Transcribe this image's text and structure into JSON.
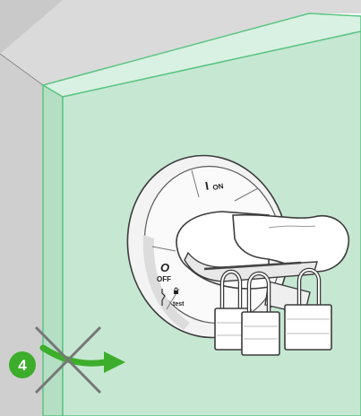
{
  "dial": {
    "on_symbol": "I",
    "on_label": "ON",
    "off_symbol": "O",
    "off_label": "OFF",
    "test_label": "test"
  },
  "step": {
    "number": "4"
  },
  "colors": {
    "panel_face": "#c6e8d3",
    "panel_edge": "#5cc484",
    "cabinet_grey": "#d9d9d9",
    "step_badge": "#3dae2b",
    "arrow": "#3dae2b",
    "cross": "#777777"
  }
}
